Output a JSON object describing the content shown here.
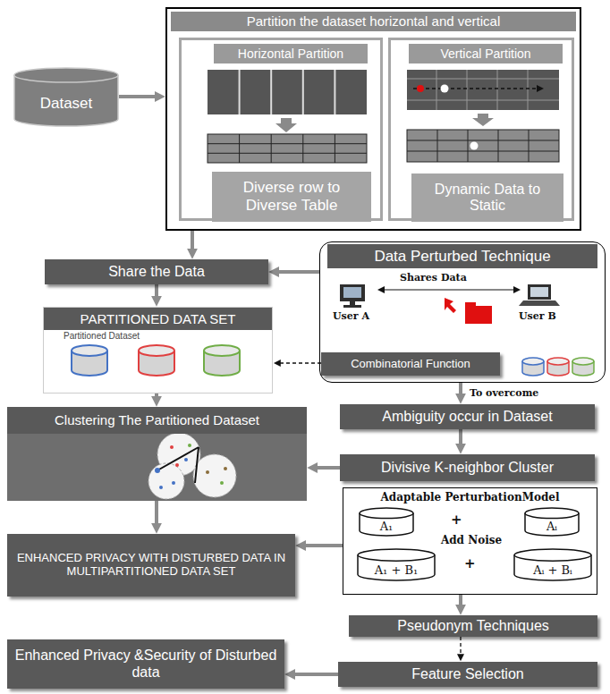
{
  "diagram": {
    "nodes": [
      {
        "text": [
          "Partition the dataset horizontal and vertical"
        ]
      },
      {
        "text": [
          "Horizontal Partition"
        ],
        "in": 0
      },
      {
        "text": [
          "Diverse row to Diverse Table"
        ],
        "in": 1
      },
      {
        "text": [
          "Vertical Partition"
        ],
        "in": 0
      },
      {
        "text": [
          "Dynamic Data to Static"
        ],
        "in": 3
      },
      {
        "text": [
          "Dataset"
        ]
      },
      {
        "text": [
          "Share the Data"
        ]
      },
      {
        "text": [
          "PARTITIONED DATA SET",
          "Partitioned Dataset"
        ]
      },
      {
        "text": [
          "Data Perturbed Technique"
        ]
      },
      {
        "text": [
          "Combinatorial Function"
        ],
        "in": 8
      },
      {
        "text": [
          "Clustering The Partitioned Dataset"
        ]
      },
      {
        "text": [
          "Ambiguity occur in Dataset"
        ]
      },
      {
        "text": [
          "Divisive K-neighbor Cluster"
        ]
      },
      {
        "text": [
          "Adaptable PerturbationModel",
          "Add Noise"
        ]
      },
      {
        "text": [
          "A₁"
        ],
        "in": 13
      },
      {
        "text": [
          "Aᵢ"
        ],
        "in": 13
      },
      {
        "text": [
          "A₁ + B₁"
        ],
        "in": 13
      },
      {
        "text": [
          "Aᵢ + Bᵢ"
        ],
        "in": 13
      },
      {
        "text": [
          "ENHANCED PRIVACY WITH DISTURBED DATA IN MULTIPARTITIONED DATA SET"
        ]
      },
      {
        "text": [
          "Pseudonym Techniques"
        ]
      },
      {
        "text": [
          "Feature Selection"
        ]
      },
      {
        "text": [
          "Enhanced Privacy &Security of Disturbed data"
        ]
      }
    ],
    "edges": [
      {
        "from": 5,
        "to": 0,
        "arrow": "to"
      },
      {
        "from": 0,
        "to": 6,
        "arrow": "to"
      },
      {
        "from": 8,
        "to": 6,
        "arrow": "to"
      },
      {
        "from": 6,
        "to": 7,
        "arrow": "to"
      },
      {
        "from": 9,
        "to": 7,
        "arrow": "to"
      },
      {
        "from": 7,
        "to": 10,
        "arrow": "to"
      },
      {
        "from": 8,
        "to": 11,
        "label": "To overcome",
        "arrow": "to"
      },
      {
        "from": 11,
        "to": 12,
        "arrow": "to"
      },
      {
        "from": 12,
        "to": 10,
        "arrow": "to"
      },
      {
        "from": 10,
        "to": 18,
        "arrow": "to"
      },
      {
        "from": 13,
        "to": 18,
        "arrow": "to"
      },
      {
        "from": 13,
        "to": 19,
        "arrow": "to"
      },
      {
        "from": 19,
        "to": 20,
        "arrow": "to"
      },
      {
        "from": 20,
        "to": 21,
        "arrow": "to"
      }
    ],
    "labels": [
      "Shares Data",
      "User A",
      "User B",
      "+",
      "+"
    ]
  }
}
